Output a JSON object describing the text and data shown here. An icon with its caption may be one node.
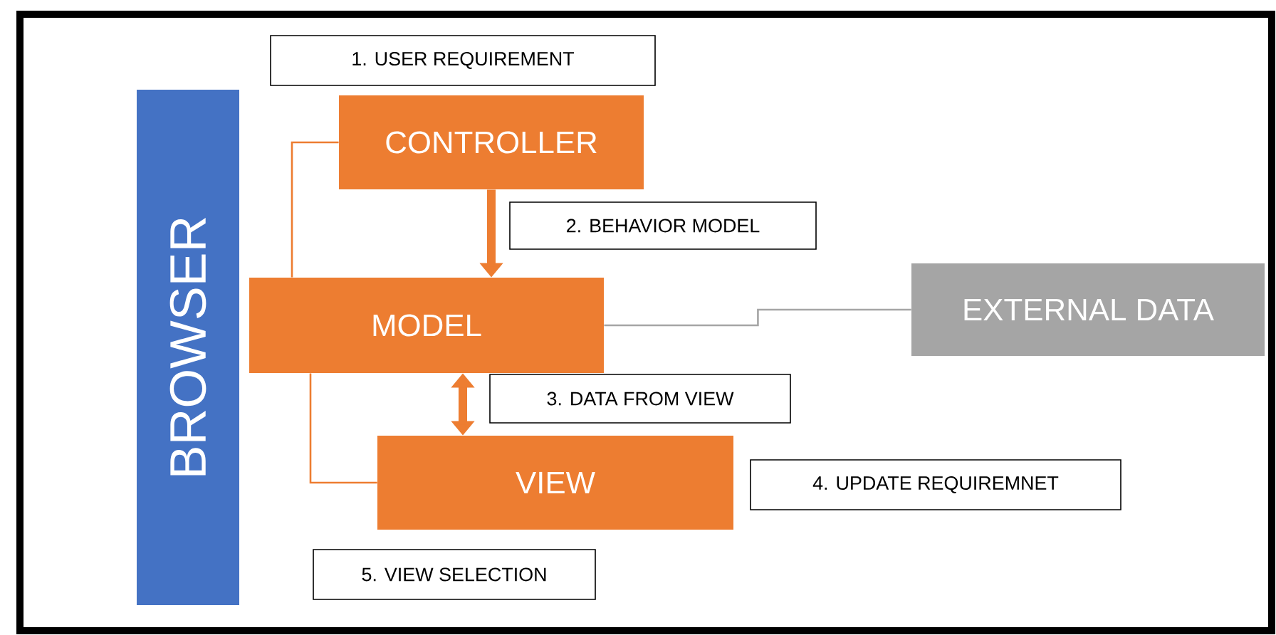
{
  "diagram": {
    "nodes": [
      {
        "text": [
          "BROWSER"
        ]
      },
      {
        "text": [
          "CONTROLLER"
        ]
      },
      {
        "text": [
          "MODEL"
        ]
      },
      {
        "text": [
          "VIEW"
        ]
      },
      {
        "text": [
          "EXTERNAL DATA"
        ]
      },
      {
        "text": [
          "1.  USER REQUIREMENT"
        ]
      },
      {
        "text": [
          "2. BEHAVIOR MODEL"
        ]
      },
      {
        "text": [
          "3. DATA FROM VIEW"
        ]
      },
      {
        "text": [
          "4. UPDATE REQUIREMNET"
        ]
      },
      {
        "text": [
          "5. VIEW SELECTION"
        ]
      }
    ],
    "edges": [
      {
        "from": 1,
        "to": 2,
        "arrow": "to",
        "style": "thick"
      },
      {
        "from": 2,
        "to": 3,
        "arrow": "both",
        "style": "thick"
      },
      {
        "from": 1,
        "to": 2,
        "arrow": "none"
      },
      {
        "from": 2,
        "to": 3,
        "arrow": "none"
      },
      {
        "from": 2,
        "to": 4,
        "arrow": "none",
        "color": "#a5a5a5"
      }
    ]
  }
}
